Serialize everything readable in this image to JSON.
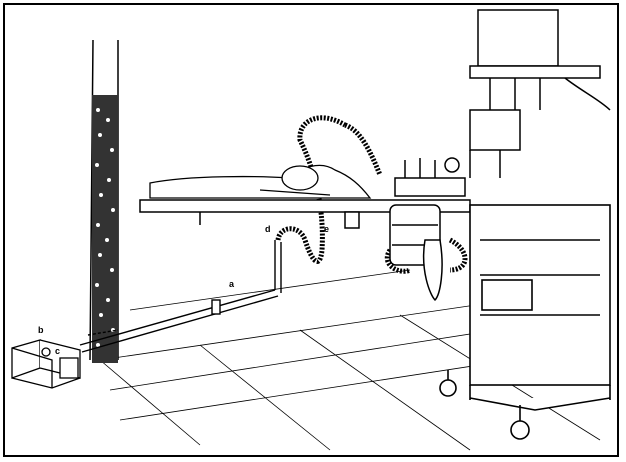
{
  "labels": {
    "a": "a",
    "b": "b",
    "c": "c",
    "d": "d",
    "e": "e"
  },
  "colors": {
    "ink": "#000000",
    "paper": "#ffffff"
  }
}
